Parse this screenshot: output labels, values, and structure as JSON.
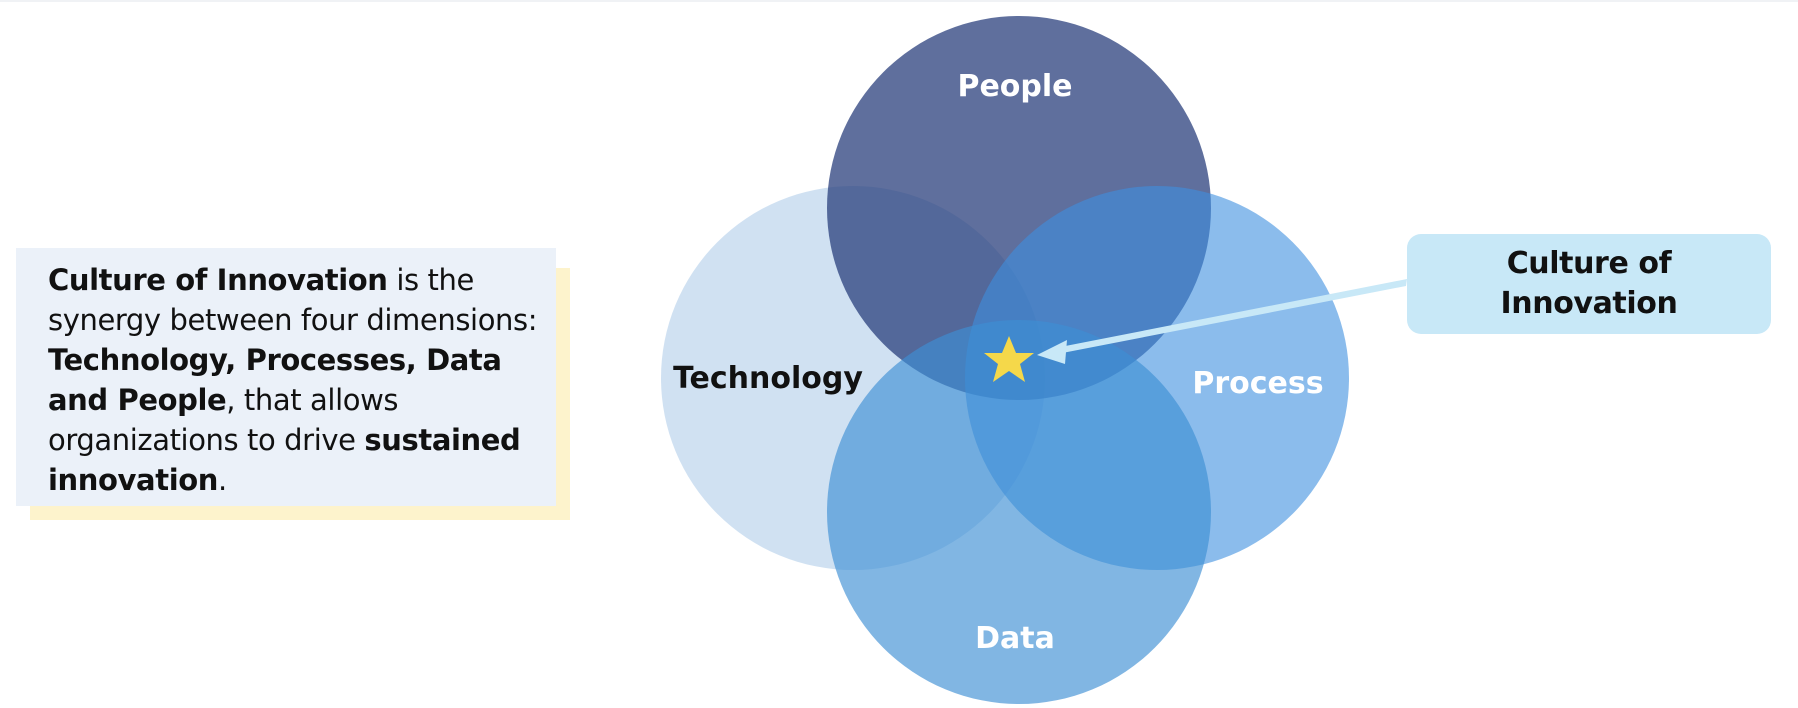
{
  "description": {
    "lead_bold": "Culture of Innovation",
    "part1": " is the synergy between four dimensions: ",
    "dimensions_bold": "Technology, Processes, Data and People",
    "part2": ", that allows organizations to drive ",
    "closing_bold": "sustained innovation",
    "end_punct": "."
  },
  "diagram": {
    "circles": [
      {
        "label": "People",
        "color": "#2a3f7c",
        "opacity": 0.75,
        "label_color": "#ffffff"
      },
      {
        "label": "Technology",
        "color": "#a9c9e8",
        "opacity": 0.55,
        "label_color": "#111111"
      },
      {
        "label": "Process",
        "color": "#3d8fe0",
        "opacity": 0.6,
        "label_color": "#ffffff"
      },
      {
        "label": "Data",
        "color": "#3d8fd4",
        "opacity": 0.65,
        "label_color": "#ffffff"
      }
    ],
    "center_marker": {
      "icon": "star-icon",
      "color": "#f5d84a"
    },
    "arrow_color": "#c8e8f7"
  },
  "callout": {
    "line1": "Culture of",
    "line2": "Innovation",
    "background": "#c8e8f7"
  }
}
